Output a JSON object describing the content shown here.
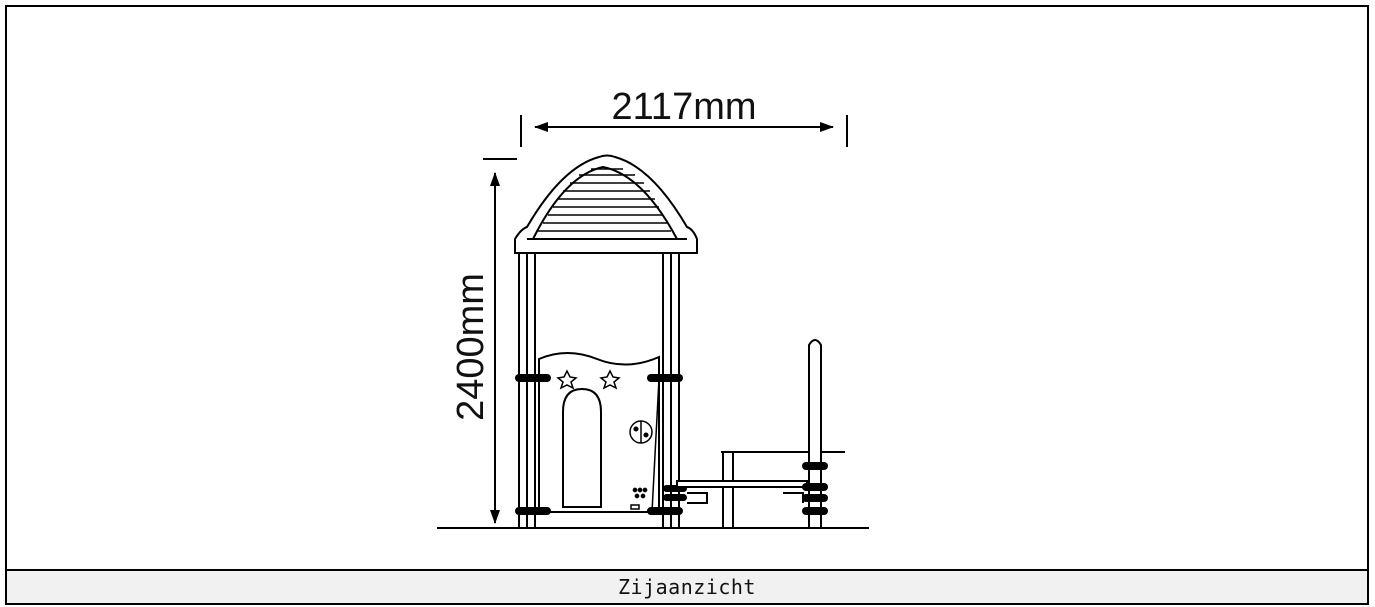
{
  "drawing": {
    "width_dimension": "2117mm",
    "height_dimension": "2400mm",
    "caption": "Zijaanzicht"
  }
}
